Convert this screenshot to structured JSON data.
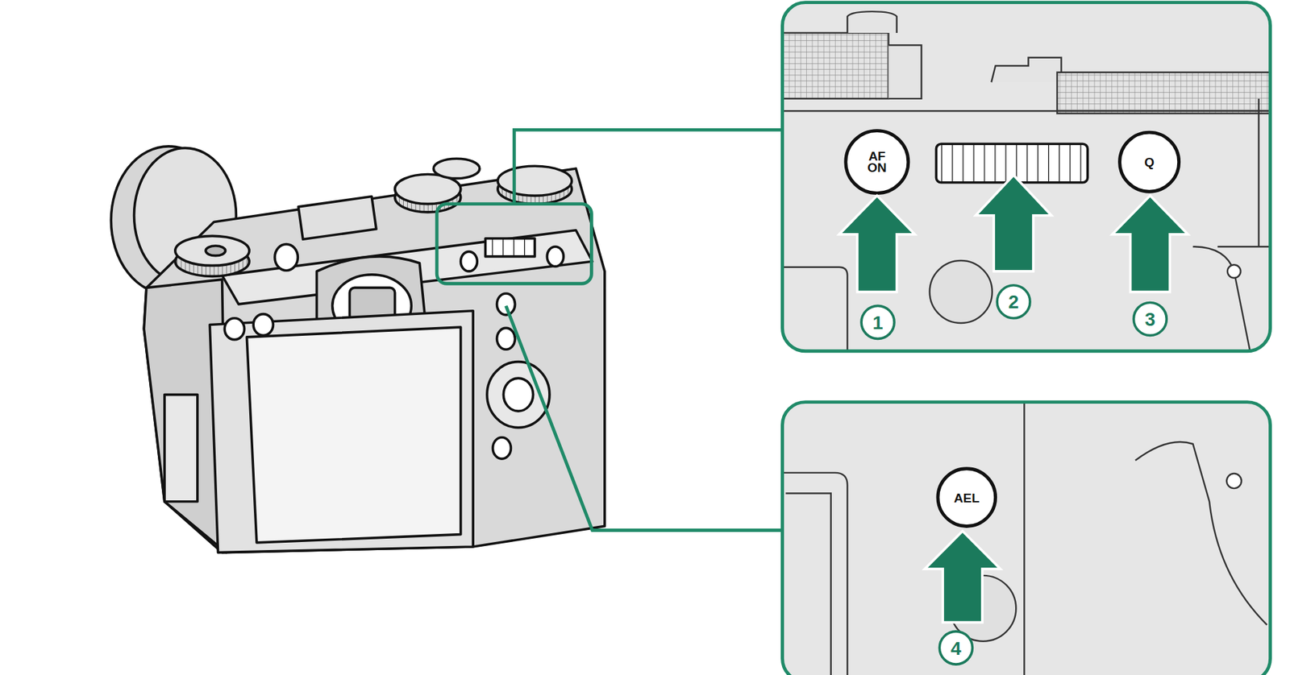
{
  "diagram": {
    "labels": [
      "AF ON",
      "Q",
      "1",
      "2",
      "3",
      "AEL",
      "4"
    ]
  }
}
